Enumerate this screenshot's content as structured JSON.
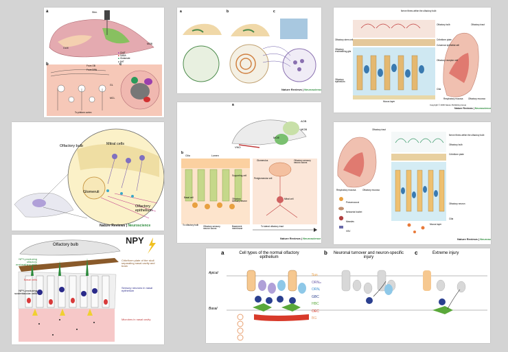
{
  "nr": {
    "journal": "Nature Reviews",
    "sep": " | ",
    "section": "Neuroscience"
  },
  "p1": {
    "a": "a",
    "b": "b",
    "c": "c",
    "olm": "OLM",
    "mob": "MOB",
    "stim": "Stim.",
    "from_ob": "From OB",
    "from_drn": "From DRN",
    "gl": "GL",
    "mcl": "MCL",
    "to_cortex": "To piriform cortex",
    "legend": [
      "ChAT",
      "GABA",
      "Glutamate",
      "5HT"
    ]
  },
  "p2": {
    "a": "a",
    "b": "b",
    "c": "c"
  },
  "p3": {
    "nerve_fibres": "Nerve fibres within the olfactory bulb",
    "bulb": "Olfactory bulb",
    "cribriform": "Cribriform plate",
    "columnar": "Columnar epithelial cell",
    "stem": "Olfactory stem cell",
    "ensheathing": "Olfactory ensheathing glia",
    "epithelium": "Olfactory epithelium",
    "receptor": "Olfactory receptor cell",
    "cilia": "Cilia",
    "mucus": "Mucus layer",
    "tract": "Olfactory tract",
    "resp_mucosa": "Respiratory mucosa",
    "olf_mucosa": "Olfactory mucosa",
    "copyright": "Copyright © 2006 Nature Publishing Group"
  },
  "p4": {
    "bulb": "Olfactory bulb",
    "mitral": "Mitral cells",
    "glomeruli": "Glomeruli",
    "epithelium": "Olfactory epithelium"
  },
  "p5": {
    "a": "a",
    "b": "b",
    "aob": "AOB",
    "mob": "MOB",
    "moe": "MOE",
    "vno": "VNO",
    "cilia": "Cilia",
    "lumen": "Lumen",
    "supporting": "Supporting cell",
    "basal": "Basal cell",
    "osn": "Olfactory sensory neuron",
    "to_bulb": "To olfactory bulb",
    "axons": "Olfactory sensory neuron axons",
    "basement": "Basement membrane",
    "glomerulus": "Glomerulus",
    "periglom": "Periglomerular cell",
    "osn_axons": "Olfactory sensory neuron axons",
    "mitral": "Mitral cell",
    "lot": "To lateral olfactory tract"
  },
  "p6": {
    "tract": "Olfactory tract",
    "nerve_fibres": "Nerve fibres within the olfactory bulb",
    "bulb": "Olfactory bulb",
    "cribriform": "Cribriform plate",
    "resp_mucosa": "Respiratory mucosa",
    "olf_mucosa": "Olfactory mucosa",
    "neuron": "Olfactory neuron",
    "cilia": "Cilia",
    "mucus": "Mucus layer",
    "legend": [
      "Pneumococci",
      "Neisseria fowleri",
      "Measles",
      "VSV"
    ]
  },
  "p7": {
    "title": "NPY",
    "bulb": "Olfactory bulb",
    "ensheathing": "NPY-producing olfactory ensheathing cells",
    "basal": "Basal cells",
    "sustentacular": "NPY-producing sustentacular cells",
    "cribriform": "Cribriform plate of the skull separating nasal cavity and brain",
    "sensory": "Sensory neurons in nasal epithelium",
    "microbes": "Microbes in nasal cavity"
  },
  "p8": {
    "a": "a",
    "b": "b",
    "c": "c",
    "ta": "Cell types of the normal olfactory epithelium",
    "tb": "Neuronal turnover and neuron-specific injury",
    "tc": "Extreme injury",
    "apical": "Apical",
    "basal": "Basal",
    "types": [
      "Sus",
      "ORNₘ",
      "ORNᵢ",
      "GBC",
      "HBC",
      "OEC",
      "BG"
    ]
  },
  "colors": {
    "green": "#2a8a3a",
    "sus": "#e89a3c",
    "orn_m": "#6a5aa8",
    "orn_i": "#3a8ed0",
    "gbc": "#2a3f8f",
    "hbc": "#5aa83a",
    "oec": "#d83a2a",
    "bg": "#e8a070"
  }
}
